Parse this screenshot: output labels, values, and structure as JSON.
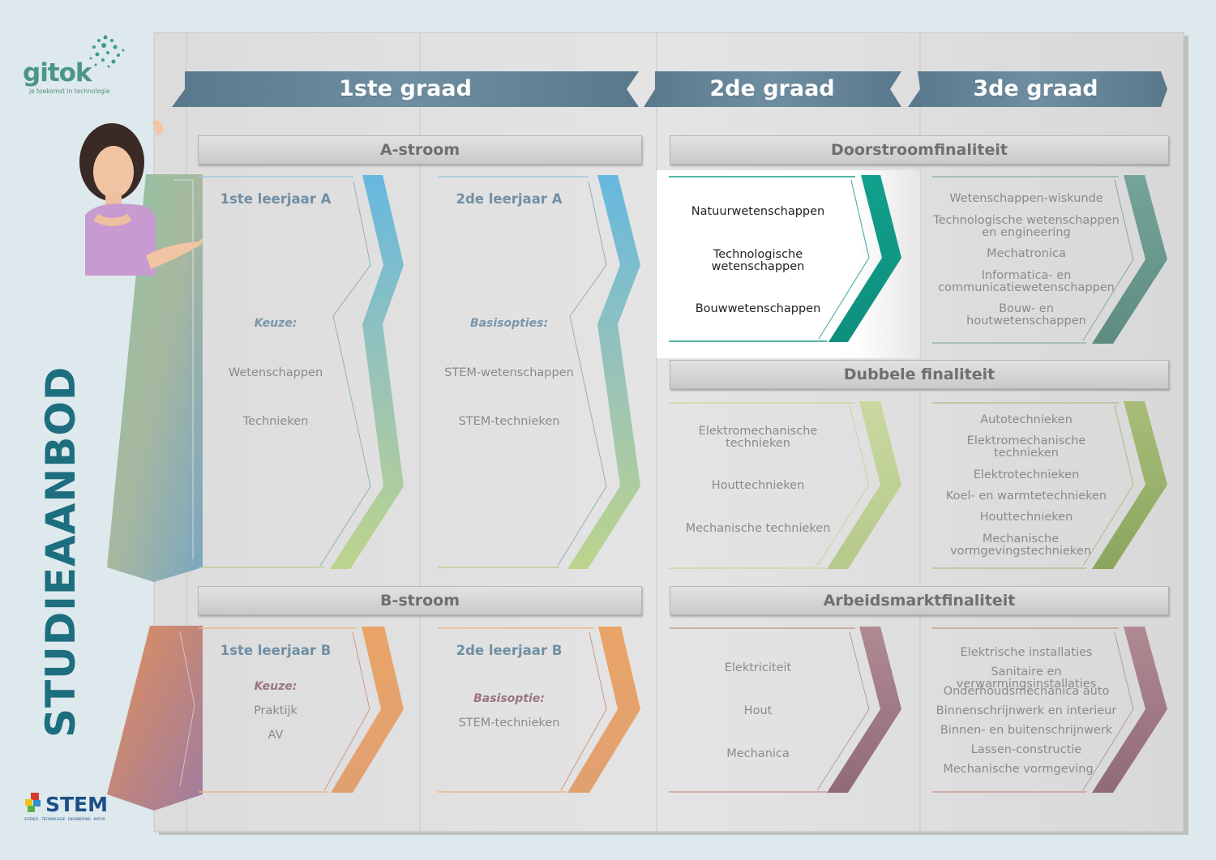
{
  "logo": {
    "name": "gitok",
    "tagline": "je toekomst in technologie"
  },
  "side_title": "STUDIEAANBOD",
  "stem_logo": {
    "name": "STEM",
    "subtitle": "SCIENCE · TECHNOLOGIE · ENGINEERING · MATHS"
  },
  "grades": [
    "1ste graad",
    "2de graad",
    "3de graad"
  ],
  "streams": {
    "a": "A-stroom",
    "b": "B-stroom"
  },
  "finalities": {
    "doorstroom": "Doorstroomfinaliteit",
    "dubbel": "Dubbele finaliteit",
    "arbeidsmarkt": "Arbeidsmarktfinaliteit"
  },
  "a1": {
    "title": "1ste leerjaar A",
    "label": "Keuze:",
    "items": [
      "Wetenschappen",
      "Technieken"
    ]
  },
  "a2": {
    "title": "2de leerjaar A",
    "label": "Basisopties:",
    "items": [
      "STEM-wetenschappen",
      "STEM-technieken"
    ]
  },
  "b1": {
    "title": "1ste leerjaar B",
    "label": "Keuze:",
    "items": [
      "Praktijk",
      "AV"
    ]
  },
  "b2": {
    "title": "2de leerjaar B",
    "label": "Basisoptie:",
    "items": [
      "STEM-technieken"
    ]
  },
  "doorstroom2": [
    "Natuurwetenschappen",
    "Technologische wetenschappen",
    "Bouwwetenschappen"
  ],
  "doorstroom3": [
    "Wetenschappen-wiskunde",
    "Technologische wetenschappen en engineering",
    "Mechatronica",
    "Informatica- en communicatiewetenschappen",
    "Bouw- en houtwetenschappen"
  ],
  "dubbel2": [
    "Elektromechanische technieken",
    "Houttechnieken",
    "Mechanische technieken"
  ],
  "dubbel3": [
    "Autotechnieken",
    "Elektromechanische technieken",
    "Elektrotechnieken",
    "Koel- en warmtetechnieken",
    "Houttechnieken",
    "Mechanische vormgevingstechnieken"
  ],
  "arbeid2": [
    "Elektriciteit",
    "Hout",
    "Mechanica"
  ],
  "arbeid3": [
    "Elektrische installaties",
    "Sanitaire en verwarmingsinstallaties",
    "Onderhoudsmechanica auto",
    "Binnenschrijnwerk en interieur",
    "Binnen- en buitenschrijnwerk",
    "Lassen-constructie",
    "Mechanische vormgeving"
  ],
  "colors": {
    "grade_banner": "#5e7d91",
    "a_chevron": "#7fbfd6",
    "green": "#b8cc8a",
    "teal": "#0f9a85",
    "dusty_teal": "#6a9b8e",
    "olive": "#9bb06a",
    "mauve": "#a07c86",
    "orange": "#e0a06a",
    "title_blue": "#6f8fa4",
    "title_mauve": "#9a7484",
    "side_title": "#1d6e7e"
  }
}
